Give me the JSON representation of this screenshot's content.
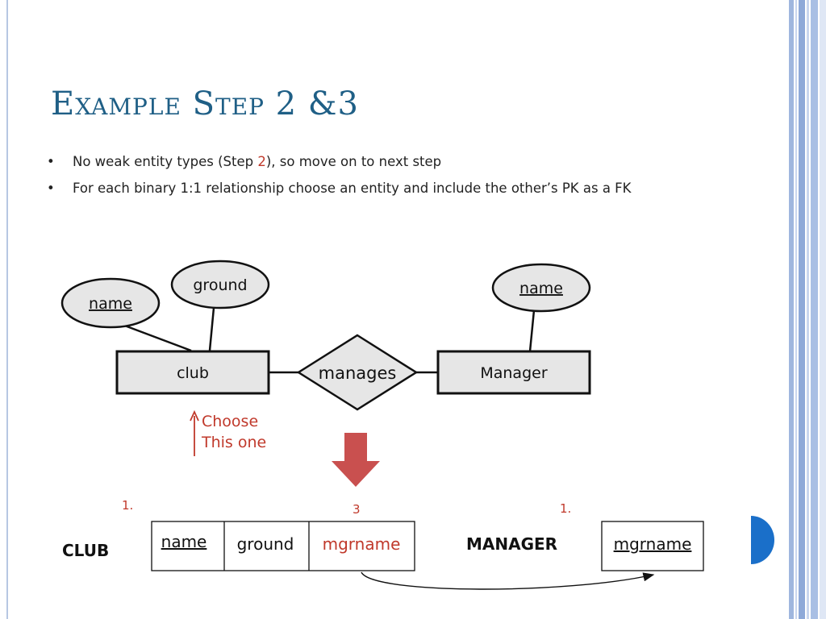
{
  "slide": {
    "title": "Example Step 2 &3",
    "bullets": [
      {
        "before": "No weak entity types (Step ",
        "highlight": "2",
        "after": "), so move on to next step"
      },
      {
        "text": "For each binary 1:1 relationship choose an entity and include the other’s PK as a FK"
      }
    ]
  },
  "er_diagram": {
    "entities": [
      {
        "label": "club",
        "attributes": [
          {
            "label": "name",
            "key": true
          },
          {
            "label": "ground",
            "key": false
          }
        ]
      },
      {
        "label": "Manager",
        "attributes": [
          {
            "label": "name",
            "key": true
          }
        ]
      }
    ],
    "relationship": {
      "label": "manages"
    },
    "annotation": {
      "line1": "Choose",
      "line2": "This one"
    }
  },
  "tables": {
    "club": {
      "name": "CLUB",
      "step_marker": "1.",
      "fk_marker": "3",
      "columns": [
        {
          "label": "name",
          "key": true,
          "foreign_key": false
        },
        {
          "label": "ground",
          "key": false,
          "foreign_key": false
        },
        {
          "label": "mgrname",
          "key": false,
          "foreign_key": true
        }
      ]
    },
    "manager": {
      "name": "MANAGER",
      "step_marker": "1.",
      "columns": [
        {
          "label": "mgrname",
          "key": true,
          "foreign_key": false
        }
      ]
    }
  },
  "colors": {
    "title": "#1f5f86",
    "highlight_red": "#c0392b",
    "down_arrow": "#c9504f",
    "shape_fill": "#e6e6e6",
    "blue_circle": "#1a6fc9"
  }
}
